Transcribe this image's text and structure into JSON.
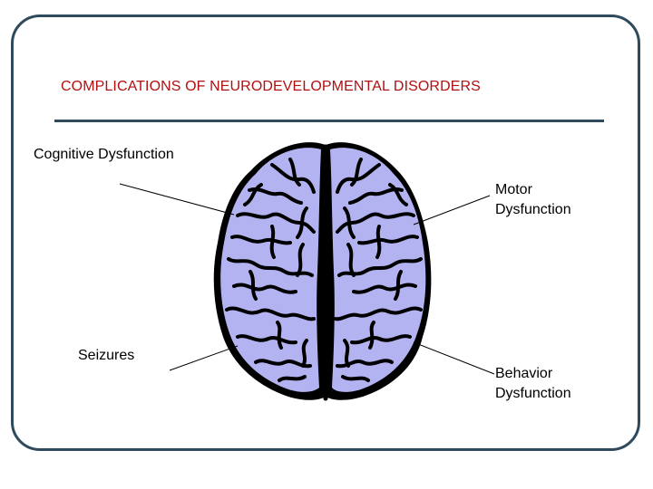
{
  "title": "COMPLICATIONS OF NEURODEVELOPMENTAL DISORDERS",
  "labels": {
    "cognitive": "Cognitive Dysfunction",
    "motor_line1": "Motor",
    "motor_line2": "Dysfunction",
    "seizures": "Seizures",
    "behavior_line1": "Behavior",
    "behavior_line2": "Dysfunction"
  },
  "colors": {
    "frame": "#2e4a5c",
    "title": "#b01010",
    "brain_fill": "#b3b3f2",
    "brain_outline": "#000000"
  },
  "icons": {
    "illustration": "brain-top-view"
  }
}
